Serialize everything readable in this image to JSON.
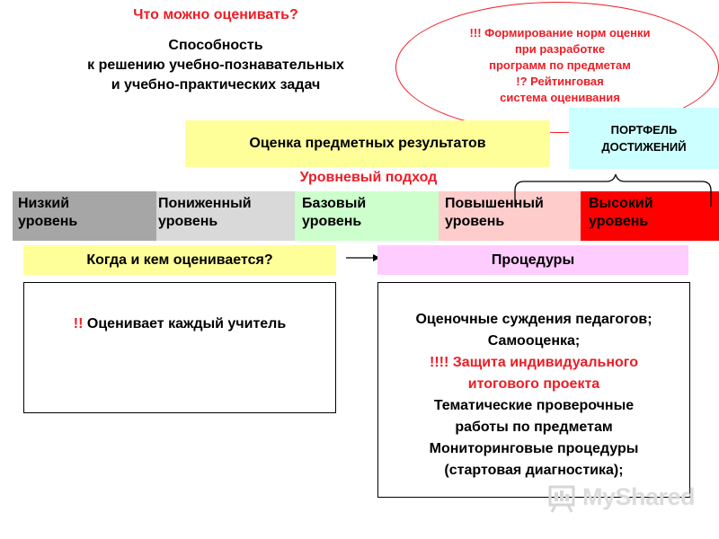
{
  "header": {
    "question": "Что можно оценивать?",
    "ability_lines": [
      "Способность",
      "к решению учебно-познавательных",
      "и учебно-практических задач"
    ]
  },
  "ellipse": {
    "lines": [
      "!!! Формирование норм оценки",
      "при разработке",
      "программ по предметам",
      "!? Рейтинговая",
      "система оценивания"
    ]
  },
  "subject_results": "Оценка предметных результатов",
  "portfolio": [
    "ПОРТФЕЛЬ",
    "ДОСТИЖЕНИЙ"
  ],
  "level_approach": "Уровневый подход",
  "levels": [
    {
      "line1": "Низкий",
      "line2": "уровень"
    },
    {
      "line1": "Пониженный",
      "line2": "уровень"
    },
    {
      "line1": "Базовый",
      "line2": "уровень"
    },
    {
      "line1": "Повышенный",
      "line2": "уровень"
    },
    {
      "line1": "Высокий",
      "line2": "уровень"
    }
  ],
  "when_who": "Когда  и кем оценивается?",
  "procedures": "Процедуры",
  "teacher": {
    "prefix": "!!",
    "text": " Оценивает каждый учитель"
  },
  "procedure_list": [
    {
      "text": "Оценочные суждения педагогов;",
      "highlight": false
    },
    {
      "text": "Самооценка;",
      "highlight": false
    },
    {
      "text": "!!!! Защита индивидуального",
      "highlight": true
    },
    {
      "text": "итогового проекта",
      "highlight": true
    },
    {
      "text": "Тематические проверочные",
      "highlight": false
    },
    {
      "text": "работы по предметам",
      "highlight": false
    },
    {
      "text": "Мониторинговые процедуры",
      "highlight": false
    },
    {
      "text": "(стартовая диагностика);",
      "highlight": false
    }
  ],
  "watermark": "MyShared",
  "colors": {
    "red": "#ee1c25",
    "yellow": "#ffff99",
    "cyan": "#ccffff",
    "pink": "#ffccff"
  }
}
